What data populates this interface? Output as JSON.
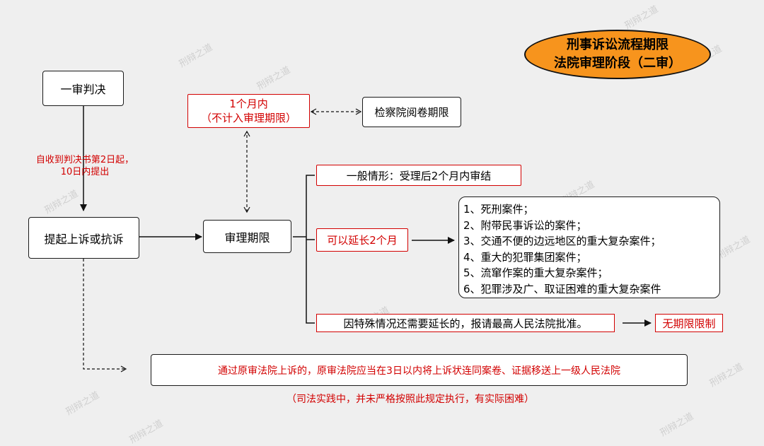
{
  "title": {
    "line1": "刑事诉讼流程期限",
    "line2": "法院审理阶段（二审）"
  },
  "nodes": {
    "first_judgment": "一审判决",
    "appeal": "提起上诉或抗诉",
    "trial_period": "审理期限",
    "one_month_line1": "1个月内",
    "one_month_line2": "（不计入审理期限）",
    "procuratorate": "检察院阅卷期限",
    "general": "一般情形：受理后2个月内审结",
    "extend": "可以延长2个月",
    "special": "因特殊情况还需要延长的，报请最高人民法院批准。",
    "no_limit": "无期限限制",
    "transfer": "通过原审法院上诉的，原审法院应当在3日以内将上诉状连同案卷、证据移送上一级人民法院"
  },
  "edge_label": {
    "line1": "自收到判决书第2日起，",
    "line2": "10日内提出"
  },
  "cases": [
    "1、死刑案件；",
    "2、附带民事诉讼的案件；",
    "3、交通不便的边远地区的重大复杂案件；",
    "4、重大的犯罪集团案件；",
    "5、流窜作案的重大复杂案件；",
    "6、犯罪涉及广、取证困难的重大复杂案件"
  ],
  "footnote": "（司法实践中，并未严格按照此规定执行，有实际困难）",
  "watermark": "刑辩之道",
  "colors": {
    "accent_red": "#d20000",
    "title_fill": "#f7941d"
  }
}
